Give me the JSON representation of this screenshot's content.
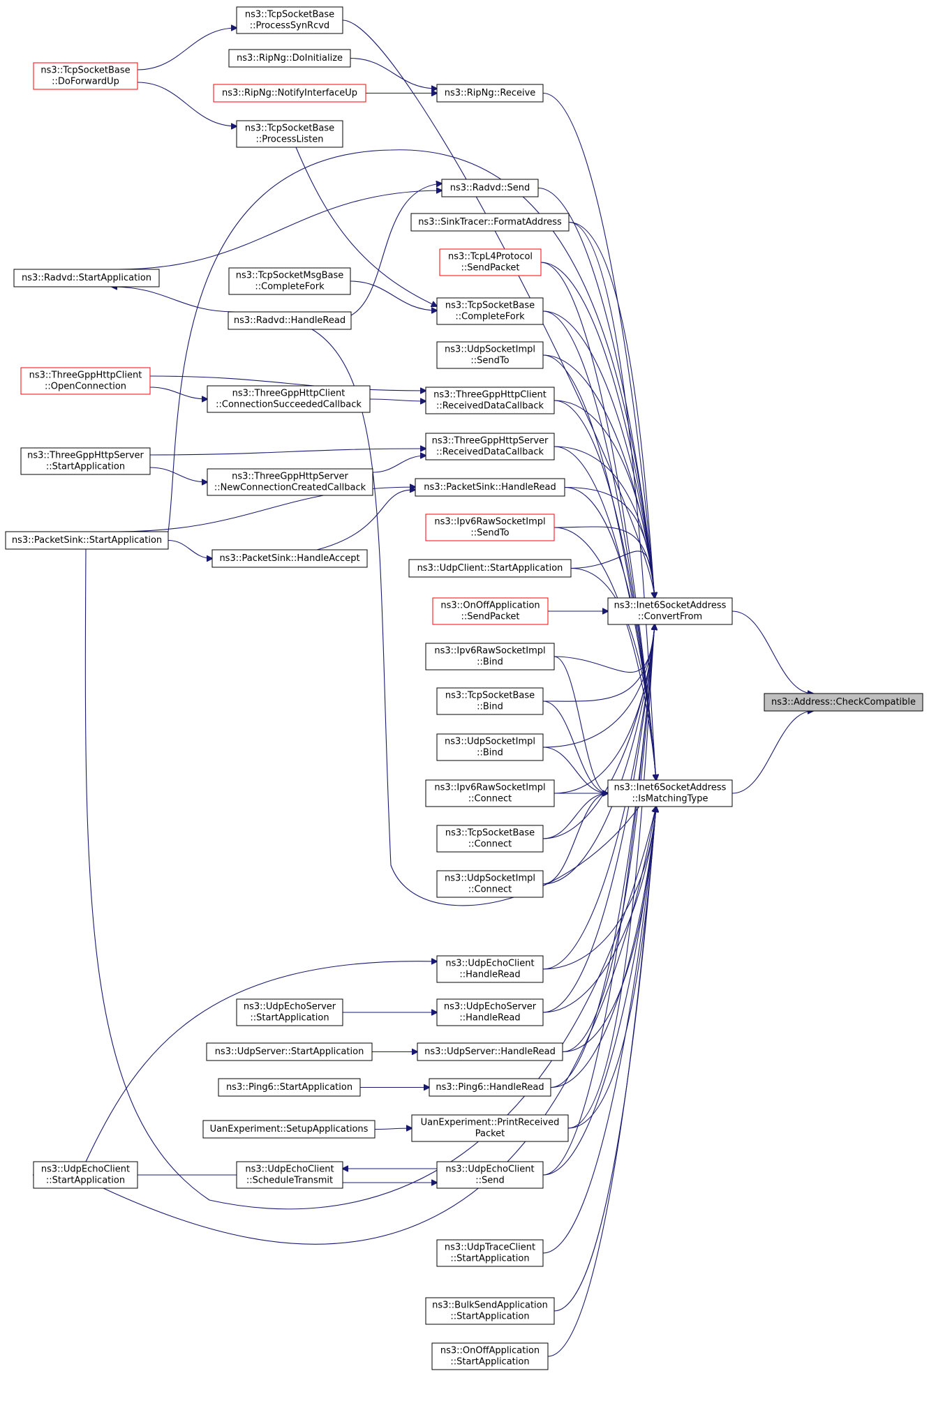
{
  "diagram": {
    "type": "doxygen-caller-graph",
    "nodes": [
      {
        "id": "target",
        "lines": [
          "ns3::Address::CheckCompatible"
        ],
        "style": "target"
      },
      {
        "id": "convertFrom",
        "lines": [
          "ns3::Inet6SocketAddress",
          "::ConvertFrom"
        ],
        "style": "normal"
      },
      {
        "id": "isMatching",
        "lines": [
          "ns3::Inet6SocketAddress",
          "::IsMatchingType"
        ],
        "style": "normal"
      },
      {
        "id": "processSynRcvd",
        "lines": [
          "ns3::TcpSocketBase",
          "::ProcessSynRcvd"
        ],
        "style": "normal"
      },
      {
        "id": "doForwardUp",
        "lines": [
          "ns3::TcpSocketBase",
          "::DoForwardUp"
        ],
        "style": "red"
      },
      {
        "id": "ripDoInit",
        "lines": [
          "ns3::RipNg::DoInitialize"
        ],
        "style": "normal"
      },
      {
        "id": "ripNotify",
        "lines": [
          "ns3::RipNg::NotifyInterfaceUp"
        ],
        "style": "red"
      },
      {
        "id": "ripReceive",
        "lines": [
          "ns3::RipNg::Receive"
        ],
        "style": "normal"
      },
      {
        "id": "processListen",
        "lines": [
          "ns3::TcpSocketBase",
          "::ProcessListen"
        ],
        "style": "normal"
      },
      {
        "id": "radvdSend",
        "lines": [
          "ns3::Radvd::Send"
        ],
        "style": "normal"
      },
      {
        "id": "sinkTracer",
        "lines": [
          "ns3::SinkTracer::FormatAddress"
        ],
        "style": "normal"
      },
      {
        "id": "tcpL4Send",
        "lines": [
          "ns3::TcpL4Protocol",
          "::SendPacket"
        ],
        "style": "red"
      },
      {
        "id": "radvdStart",
        "lines": [
          "ns3::Radvd::StartApplication"
        ],
        "style": "normal"
      },
      {
        "id": "tcpMsgFork",
        "lines": [
          "ns3::TcpSocketMsgBase",
          "::CompleteFork"
        ],
        "style": "normal"
      },
      {
        "id": "tcpFork",
        "lines": [
          "ns3::TcpSocketBase",
          "::CompleteFork"
        ],
        "style": "normal"
      },
      {
        "id": "radvdRead",
        "lines": [
          "ns3::Radvd::HandleRead"
        ],
        "style": "normal"
      },
      {
        "id": "udpSendTo",
        "lines": [
          "ns3::UdpSocketImpl",
          "::SendTo"
        ],
        "style": "normal"
      },
      {
        "id": "httpClientOpen",
        "lines": [
          "ns3::ThreeGppHttpClient",
          "::OpenConnection"
        ],
        "style": "red"
      },
      {
        "id": "httpClientConn",
        "lines": [
          "ns3::ThreeGppHttpClient",
          "::ConnectionSucceededCallback"
        ],
        "style": "normal"
      },
      {
        "id": "httpClientRecv",
        "lines": [
          "ns3::ThreeGppHttpClient",
          "::ReceivedDataCallback"
        ],
        "style": "normal"
      },
      {
        "id": "httpServerStart",
        "lines": [
          "ns3::ThreeGppHttpServer",
          "::StartApplication"
        ],
        "style": "normal"
      },
      {
        "id": "httpServerRecv",
        "lines": [
          "ns3::ThreeGppHttpServer",
          "::ReceivedDataCallback"
        ],
        "style": "normal"
      },
      {
        "id": "httpServerNew",
        "lines": [
          "ns3::ThreeGppHttpServer",
          "::NewConnectionCreatedCallback"
        ],
        "style": "normal"
      },
      {
        "id": "sinkRead",
        "lines": [
          "ns3::PacketSink::HandleRead"
        ],
        "style": "normal"
      },
      {
        "id": "sinkStart",
        "lines": [
          "ns3::PacketSink::StartApplication"
        ],
        "style": "normal"
      },
      {
        "id": "ipv6SendTo",
        "lines": [
          "ns3::Ipv6RawSocketImpl",
          "::SendTo"
        ],
        "style": "red"
      },
      {
        "id": "sinkAccept",
        "lines": [
          "ns3::PacketSink::HandleAccept"
        ],
        "style": "normal"
      },
      {
        "id": "udpClientStart",
        "lines": [
          "ns3::UdpClient::StartApplication"
        ],
        "style": "normal"
      },
      {
        "id": "onoffSend",
        "lines": [
          "ns3::OnOffApplication",
          "::SendPacket"
        ],
        "style": "red"
      },
      {
        "id": "ipv6Bind",
        "lines": [
          "ns3::Ipv6RawSocketImpl",
          "::Bind"
        ],
        "style": "normal"
      },
      {
        "id": "tcpBind",
        "lines": [
          "ns3::TcpSocketBase",
          "::Bind"
        ],
        "style": "normal"
      },
      {
        "id": "udpBind",
        "lines": [
          "ns3::UdpSocketImpl",
          "::Bind"
        ],
        "style": "normal"
      },
      {
        "id": "ipv6Connect",
        "lines": [
          "ns3::Ipv6RawSocketImpl",
          "::Connect"
        ],
        "style": "normal"
      },
      {
        "id": "tcpConnect",
        "lines": [
          "ns3::TcpSocketBase",
          "::Connect"
        ],
        "style": "normal"
      },
      {
        "id": "udpConnect",
        "lines": [
          "ns3::UdpSocketImpl",
          "::Connect"
        ],
        "style": "normal"
      },
      {
        "id": "echoClientRead",
        "lines": [
          "ns3::UdpEchoClient",
          "::HandleRead"
        ],
        "style": "normal"
      },
      {
        "id": "echoServerStart",
        "lines": [
          "ns3::UdpEchoServer",
          "::StartApplication"
        ],
        "style": "normal"
      },
      {
        "id": "echoServerRead",
        "lines": [
          "ns3::UdpEchoServer",
          "::HandleRead"
        ],
        "style": "normal"
      },
      {
        "id": "udpServerStart",
        "lines": [
          "ns3::UdpServer::StartApplication"
        ],
        "style": "normal"
      },
      {
        "id": "udpServerRead",
        "lines": [
          "ns3::UdpServer::HandleRead"
        ],
        "style": "normal"
      },
      {
        "id": "pingStart",
        "lines": [
          "ns3::Ping6::StartApplication"
        ],
        "style": "normal"
      },
      {
        "id": "pingRead",
        "lines": [
          "ns3::Ping6::HandleRead"
        ],
        "style": "normal"
      },
      {
        "id": "uanSetup",
        "lines": [
          "UanExperiment::SetupApplications"
        ],
        "style": "normal"
      },
      {
        "id": "uanPrint",
        "lines": [
          "UanExperiment::PrintReceived",
          "Packet"
        ],
        "style": "normal"
      },
      {
        "id": "echoClientStart",
        "lines": [
          "ns3::UdpEchoClient",
          "::StartApplication"
        ],
        "style": "normal"
      },
      {
        "id": "echoClientSched",
        "lines": [
          "ns3::UdpEchoClient",
          "::ScheduleTransmit"
        ],
        "style": "normal"
      },
      {
        "id": "echoClientSend",
        "lines": [
          "ns3::UdpEchoClient",
          "::Send"
        ],
        "style": "normal"
      },
      {
        "id": "traceClientStart",
        "lines": [
          "ns3::UdpTraceClient",
          "::StartApplication"
        ],
        "style": "normal"
      },
      {
        "id": "bulkSendStart",
        "lines": [
          "ns3::BulkSendApplication",
          "::StartApplication"
        ],
        "style": "normal"
      },
      {
        "id": "onoffStart",
        "lines": [
          "ns3::OnOffApplication",
          "::StartApplication"
        ],
        "style": "normal"
      }
    ]
  }
}
